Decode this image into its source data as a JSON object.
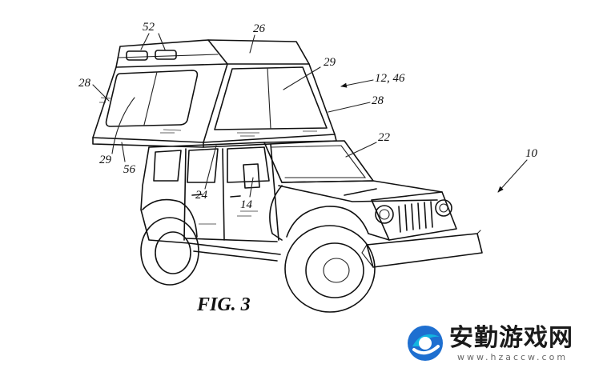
{
  "figure": {
    "caption": "FIG. 3",
    "labels": {
      "l52": "52",
      "l26": "26",
      "l28a": "28",
      "l29a": "29",
      "l12_46": "12, 46",
      "l28b": "28",
      "l29b": "29",
      "l56": "56",
      "l24": "24",
      "l14": "14",
      "l22": "22",
      "l10": "10"
    }
  },
  "watermark": {
    "brand": "安勤游戏网",
    "url": "www.hzaccw.com",
    "colors": {
      "blue": "#1e6fd0",
      "cyan": "#12b5e0",
      "dark": "#1a1a1a"
    }
  }
}
